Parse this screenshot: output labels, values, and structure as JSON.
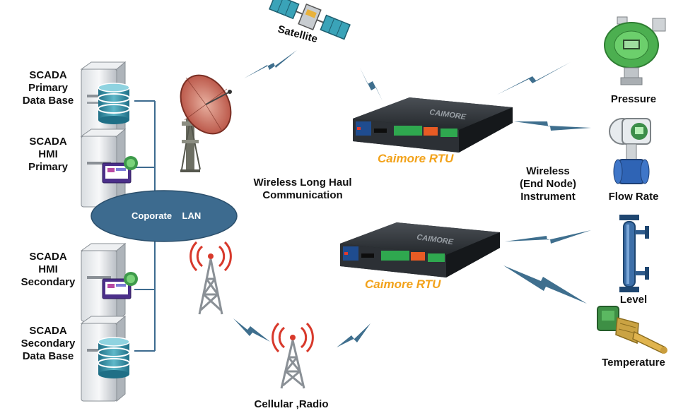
{
  "servers": [
    {
      "lines": [
        "SCADA",
        "Primary",
        "Data Base"
      ],
      "kind": "database"
    },
    {
      "lines": [
        "SCADA",
        "HMI",
        "Primary"
      ],
      "kind": "hmi"
    },
    {
      "lines": [
        "SCADA",
        "HMI",
        "Secondary"
      ],
      "kind": "hmi"
    },
    {
      "lines": [
        "SCADA",
        "Secondary",
        "Data Base"
      ],
      "kind": "database"
    }
  ],
  "lan_label": "Coporate    LAN",
  "satellite_label": "Satellite",
  "long_haul_label": [
    "Wireless Long Haul",
    "Communication"
  ],
  "cellular_label": "Cellular ,Radio",
  "rtu_label_1": "Caimore RTU",
  "rtu_label_2": "Caimore RTU",
  "rtu_brand": "CAIMORE",
  "end_node_label": [
    "Wireless",
    "(End Node)",
    "Instrument"
  ],
  "instruments": [
    "Pressure",
    "Flow Rate",
    "Level",
    "Temperature"
  ],
  "colors": {
    "lan": "#3d6b8f",
    "lightning": "#3f6f8e",
    "rtu_text": "#f2a21a",
    "rtu_body": "#2a2e33",
    "terminal": "#2fa84f"
  }
}
